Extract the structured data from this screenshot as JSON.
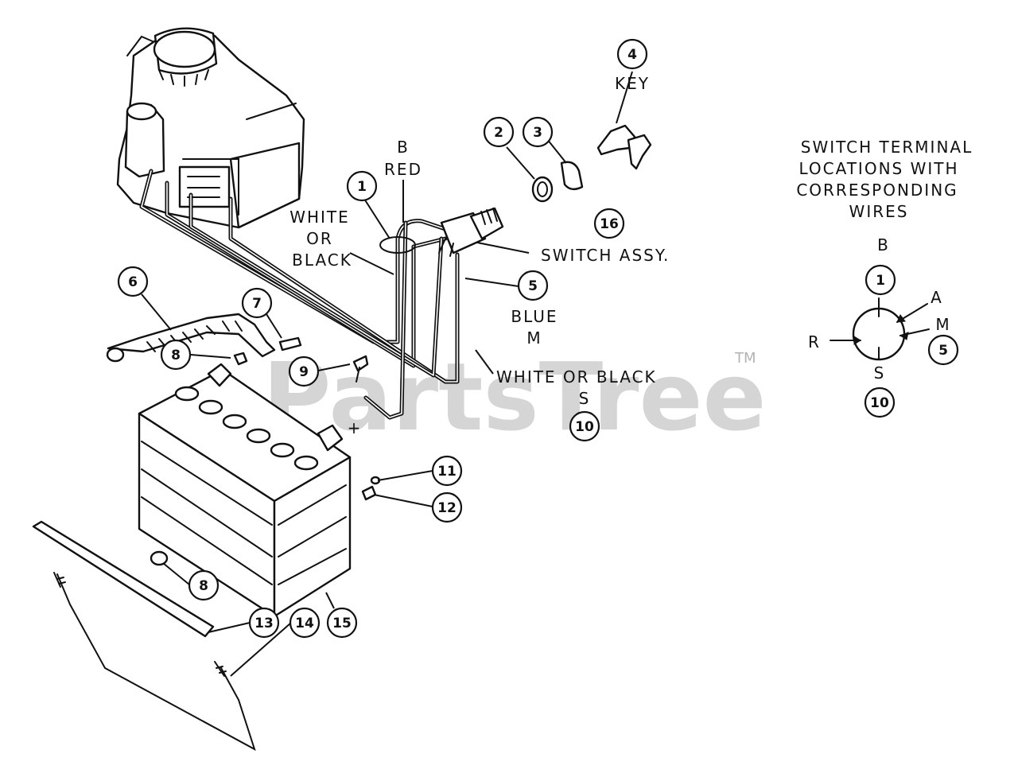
{
  "watermark": {
    "text": "PartsTree",
    "tm": "TM"
  },
  "labels": {
    "key": "KEY",
    "b": "B",
    "red": "RED",
    "white_or_black_1": "WHITE",
    "white_or_black_2": "OR",
    "white_or_black_3": "BLACK",
    "switch_assy": "SWITCH ASSY.",
    "blue": "BLUE",
    "m": "M",
    "white_or_black_lower": "WHITE OR BLACK",
    "s": "S",
    "plus": "+"
  },
  "terminal_diagram": {
    "title_line1": "SWITCH TERMINAL",
    "title_line2": "LOCATIONS WITH",
    "title_line3": "CORRESPONDING",
    "title_line4": "WIRES",
    "b_label": "B",
    "b_callout": "1",
    "a_label": "A",
    "m_label": "M",
    "m_callout": "5",
    "r_label": "R",
    "s_label": "S",
    "s_callout": "10"
  },
  "callouts": [
    "1",
    "2",
    "3",
    "4",
    "5",
    "6",
    "7",
    "8",
    "9",
    "10",
    "11",
    "12",
    "13",
    "14",
    "15",
    "16",
    "8"
  ]
}
